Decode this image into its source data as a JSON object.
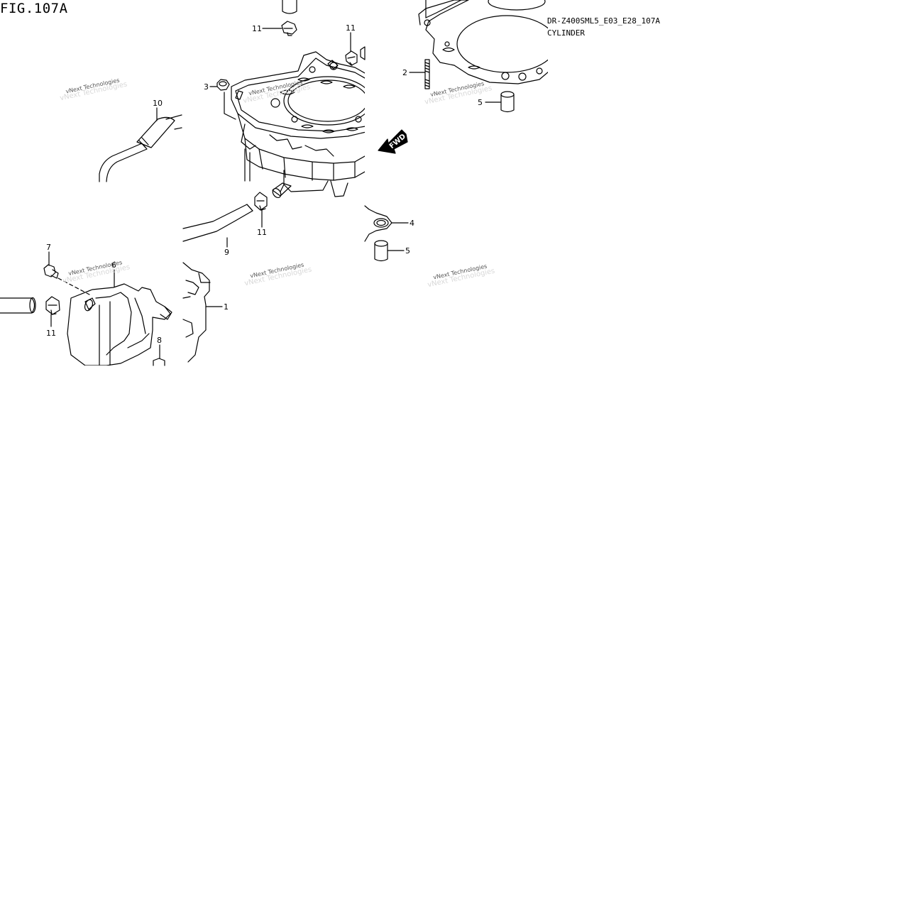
{
  "figure": {
    "title": "FIG.107A",
    "code": "DR-Z400SML5_E03_E28_107A",
    "name": "CYLINDER"
  },
  "watermark": {
    "line1": "vNext Technologies",
    "line2": "vNext Technologies"
  },
  "fwd_label": "FWD",
  "callouts": {
    "c11a": "11",
    "c11b": "11",
    "c11c": "11",
    "c11d": "11",
    "c3": "3",
    "c10": "10",
    "c2": "2",
    "c5a": "5",
    "c5b": "5",
    "c4": "4",
    "c9": "9",
    "c7": "7",
    "c6": "6",
    "c8": "8",
    "c1": "1"
  },
  "colors": {
    "line": "#000000",
    "background": "#ffffff",
    "watermark": "#555555"
  }
}
